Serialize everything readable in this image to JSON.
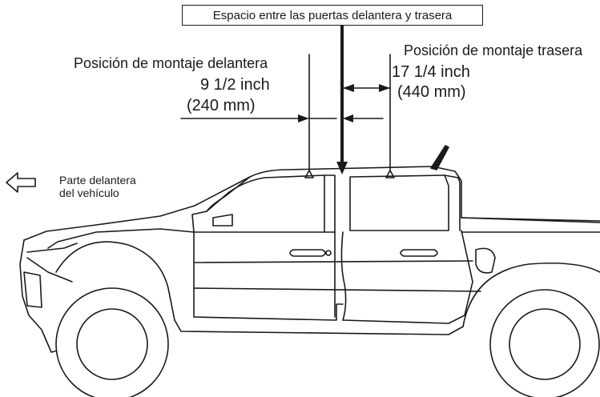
{
  "diagram": {
    "title": "Espacio entre las puertas delantera y trasera",
    "front_mount": {
      "label": "Posición de montaje delantera",
      "inch": "9 1/2 inch",
      "mm": "(240 mm)"
    },
    "rear_mount": {
      "label": "Posición de montaje trasera",
      "inch": "17 1/4 inch",
      "mm": "(440 mm)"
    },
    "direction": {
      "line1": "Parte delantera",
      "line2": "del vehículo",
      "icon": "left-arrow-icon"
    },
    "colors": {
      "ink": "#1a1a1a",
      "background": "#ffffff"
    }
  }
}
